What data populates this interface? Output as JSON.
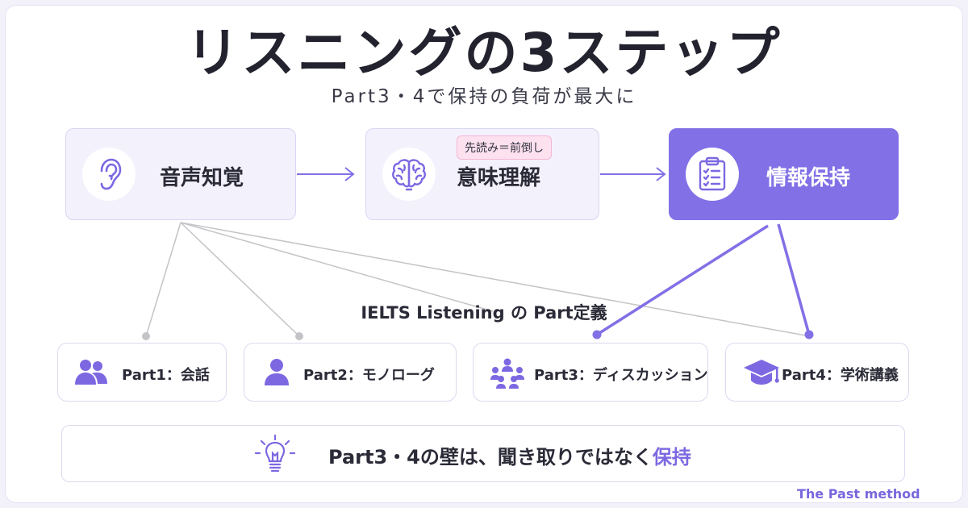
{
  "header": {
    "title": "リスニングの3ステップ",
    "subtitle": "Part3・4で保持の負荷が最大に"
  },
  "steps": [
    {
      "label": "音声知覚",
      "icon": "ear-icon"
    },
    {
      "label": "意味理解",
      "icon": "brain-icon",
      "badge": "先読み＝前倒し"
    },
    {
      "label": "情報保持",
      "icon": "clipboard-icon",
      "active": true
    }
  ],
  "part_definition_label": "IELTS Listening の Part定義",
  "parts": [
    {
      "label": "Part1：会話",
      "icon": "two-people-icon"
    },
    {
      "label": "Part2：モノローグ",
      "icon": "person-icon"
    },
    {
      "label": "Part3：ディスカッション",
      "icon": "group-discussion-icon"
    },
    {
      "label": "Part4：学術講義",
      "icon": "graduation-cap-icon"
    }
  ],
  "banner": {
    "text_prefix": "Part3・4の壁は、聞き取りではなく",
    "text_highlight": "保持",
    "icon": "lightbulb-icon"
  },
  "footer": {
    "brand": "The Past method"
  },
  "colors": {
    "accent": "#8170e6",
    "accent_text": "#7d68e2",
    "badge_bg": "#fde1ef",
    "step_bg": "#f3f1fc",
    "connector_gray": "#c4c4c8"
  }
}
